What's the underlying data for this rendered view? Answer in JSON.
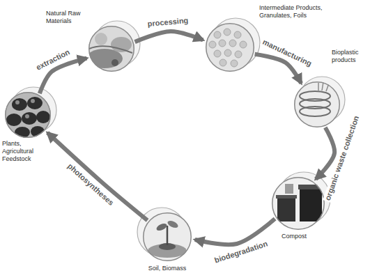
{
  "diagram": {
    "nodes": [
      {
        "text": [
          "Natural Raw Materials"
        ]
      },
      {
        "text": [
          "Intermediate Products, Granulates, Foils"
        ]
      },
      {
        "text": [
          "Bioplastic products"
        ]
      },
      {
        "text": [
          "Compost"
        ]
      },
      {
        "text": [
          "Soil, Biomass"
        ]
      },
      {
        "text": [
          "Plants, Agricultural Feedstock"
        ]
      }
    ],
    "edges": [
      {
        "from": 0,
        "to": 1,
        "arrow": "to",
        "label": "processing"
      },
      {
        "from": 1,
        "to": 2,
        "arrow": "to",
        "label": "manufacturing"
      },
      {
        "from": 2,
        "to": 3,
        "arrow": "to",
        "label": "organic waste collection"
      },
      {
        "from": 3,
        "to": 4,
        "arrow": "to",
        "label": "biodegradation"
      },
      {
        "from": 4,
        "to": 5,
        "arrow": "to",
        "label": "photosyntheses"
      },
      {
        "from": 5,
        "to": 0,
        "arrow": "to",
        "label": "extraction"
      }
    ]
  }
}
